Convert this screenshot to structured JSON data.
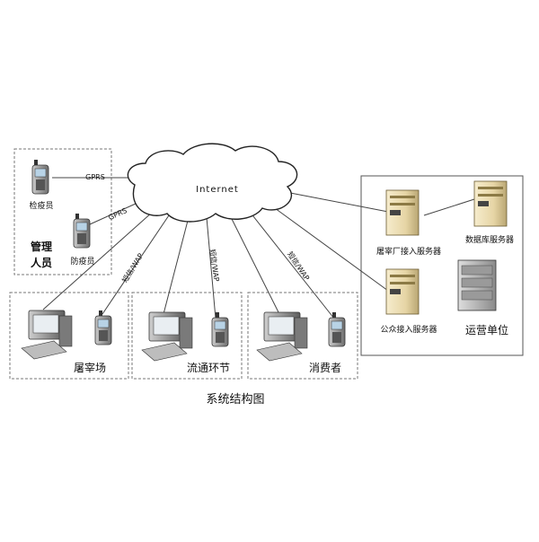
{
  "network": {
    "internet_label": "Internet",
    "gprs_label_1": "GPRS",
    "gprs_label_2": "GPRS",
    "sms_wap_label_1": "短信/WAP",
    "sms_wap_label_2": "短信/WAP",
    "sms_wap_label_3": "短信/WAP"
  },
  "management": {
    "group_label": "管理人员",
    "group_label_line1": "管理",
    "group_label_line2": "人员",
    "inspector_label": "检疫员",
    "epidemic_prevention_label": "防疫员"
  },
  "nodes": {
    "slaughterhouse_label": "屠宰场",
    "circulation_label": "流通环节",
    "consumer_label": "消费者"
  },
  "servers": {
    "slaughterhouse_access_server": "屠宰厂接入服务器",
    "database_server": "数据库服务器",
    "public_access_server": "公众接入服务器",
    "operator_label": "运营单位"
  },
  "caption": "系统结构图"
}
